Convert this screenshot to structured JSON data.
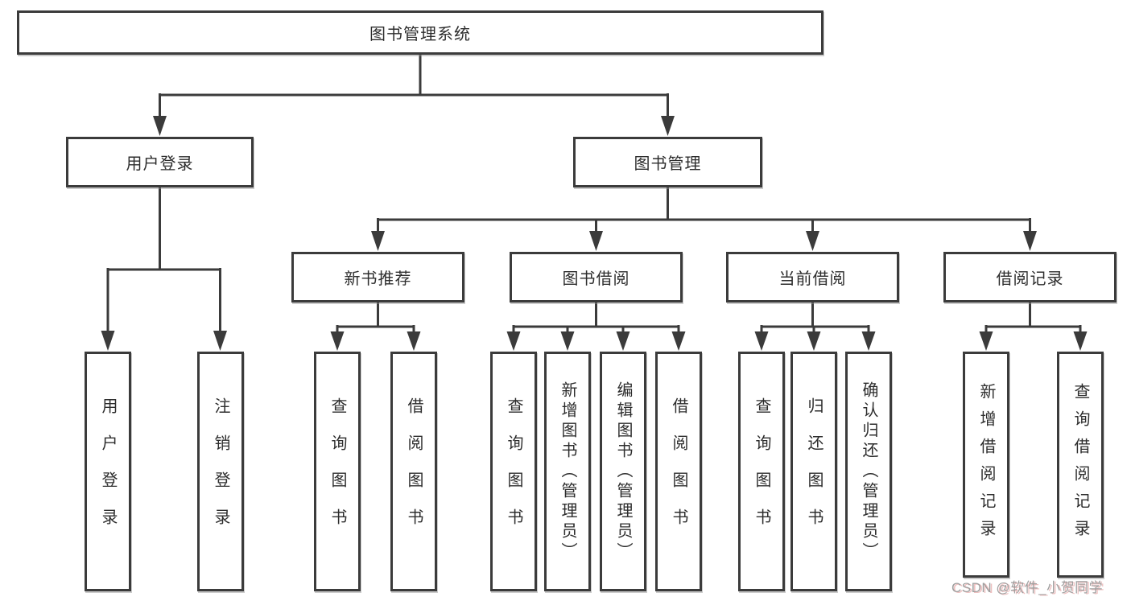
{
  "diagram": {
    "root_label": "图书管理系统",
    "branches": [
      {
        "label": "用户登录",
        "leaves": [
          "用户登录",
          "注销登录"
        ]
      },
      {
        "label": "图书管理",
        "groups": [
          {
            "label": "新书推荐",
            "leaves": [
              "查询图书",
              "借阅图书"
            ]
          },
          {
            "label": "图书借阅",
            "leaves": [
              "查询图书",
              "新增图书（管理员）",
              "编辑图书（管理员）",
              "借阅图书"
            ]
          },
          {
            "label": "当前借阅",
            "leaves": [
              "查询图书",
              "归还图书",
              "确认归还（管理员）"
            ]
          },
          {
            "label": "借阅记录",
            "leaves": [
              "新增借阅记录",
              "查询借阅记录"
            ]
          }
        ]
      }
    ],
    "colors": {
      "line": "#3b3b3b",
      "text": "#2d2d2d",
      "watermark": "#9f9f9f"
    }
  },
  "watermark": {
    "text": "CSDN @软件_小贺同学"
  }
}
